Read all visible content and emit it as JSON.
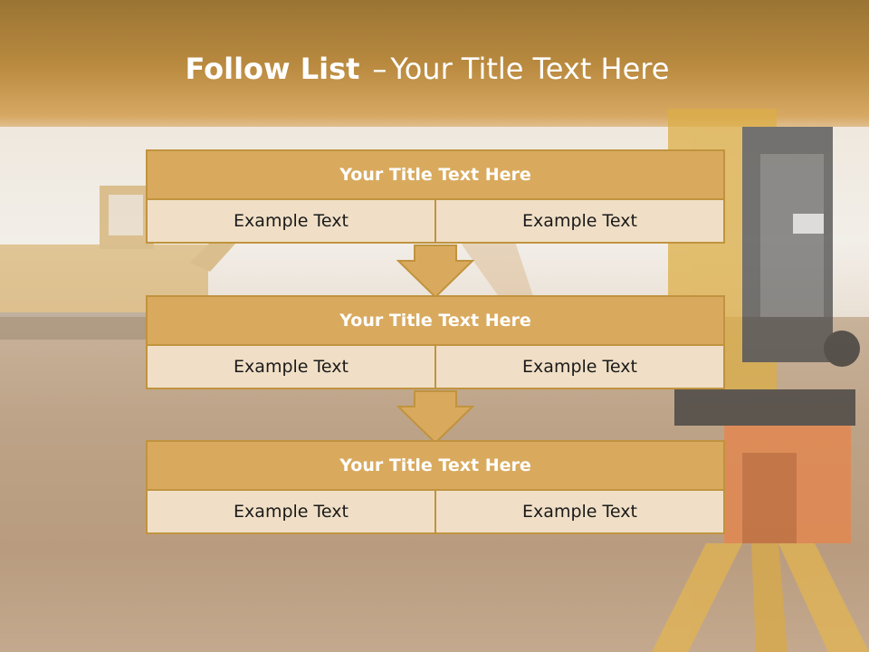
{
  "slide": {
    "title_bold": "Follow List",
    "title_separator": "–",
    "title_rest": "Your Title Text Here"
  },
  "steps": [
    {
      "title": "Your Title Text Here",
      "left": "Example Text",
      "right": "Example Text"
    },
    {
      "title": "Your Title Text Here",
      "left": "Example Text",
      "right": "Example Text"
    },
    {
      "title": "Your Title Text Here",
      "left": "Example Text",
      "right": "Example Text"
    }
  ],
  "colors": {
    "header_fill": "#d9aa5e",
    "cell_fill": "#f0dfc6",
    "border": "#c1933f",
    "title_text": "#ffffff"
  }
}
